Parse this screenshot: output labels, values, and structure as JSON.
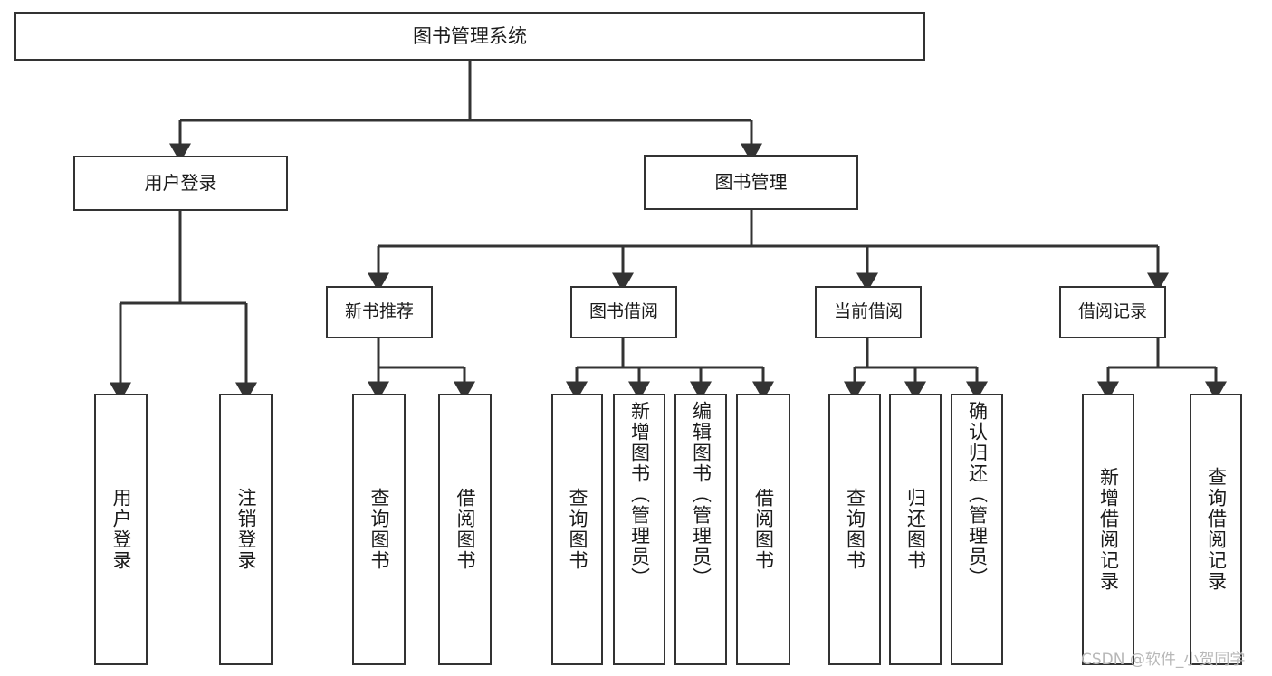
{
  "diagram": {
    "type": "tree",
    "title": "图书管理系统",
    "root": {
      "label": "图书管理系统"
    },
    "level1": [
      {
        "label": "用户登录"
      },
      {
        "label": "图书管理"
      }
    ],
    "level2": [
      {
        "label": "新书推荐"
      },
      {
        "label": "图书借阅"
      },
      {
        "label": "当前借阅"
      },
      {
        "label": "借阅记录"
      }
    ],
    "leaves": {
      "user_login": [
        {
          "label": "用户登录"
        },
        {
          "label": "注销登录"
        }
      ],
      "new_book_recommend": [
        {
          "label": "查询图书"
        },
        {
          "label": "借阅图书"
        }
      ],
      "book_borrow": [
        {
          "label": "查询图书"
        },
        {
          "label": "新增图书（管理员）"
        },
        {
          "label": "编辑图书（管理员）"
        },
        {
          "label": "借阅图书"
        }
      ],
      "current_borrow": [
        {
          "label": "查询图书"
        },
        {
          "label": "归还图书"
        },
        {
          "label": "确认归还（管理员）"
        }
      ],
      "borrow_record": [
        {
          "label": "新增借阅记录"
        },
        {
          "label": "查询借阅记录"
        }
      ]
    }
  },
  "watermark": {
    "text": "CSDN @软件_小贺同学"
  },
  "colors": {
    "box_border": "#333333",
    "box_fill": "#ffffff",
    "text": "#1a1a1a",
    "line": "#333333",
    "watermark": "#b8b8b8",
    "background": "#ffffff"
  }
}
